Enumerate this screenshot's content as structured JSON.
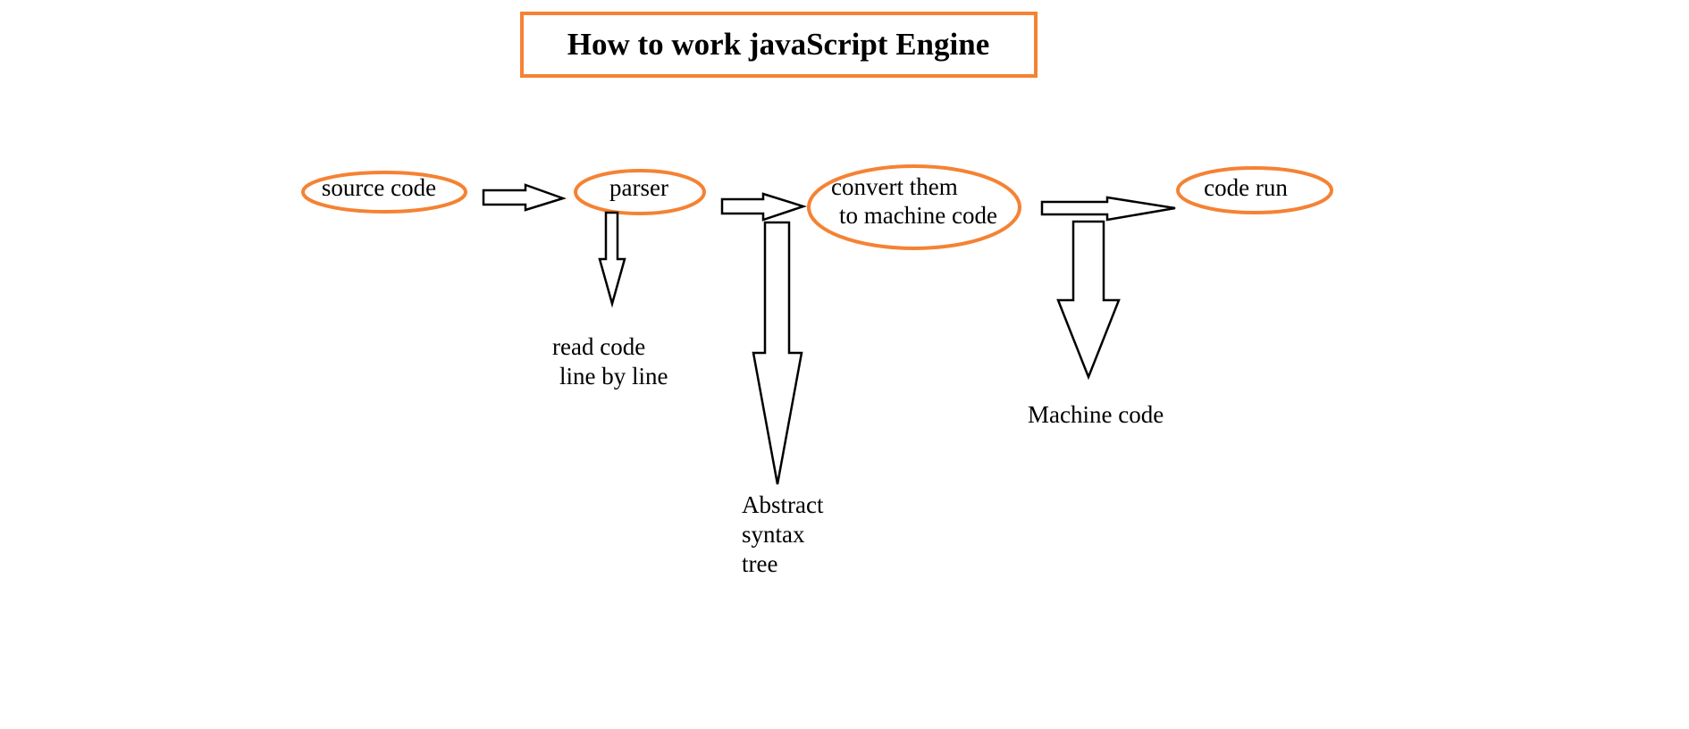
{
  "colors": {
    "accent": "#F58233",
    "stroke": "#000000",
    "background": "#FFFFFF"
  },
  "title": "How to work javaScript Engine",
  "nodes": {
    "source": "source code",
    "parser": "parser",
    "convert": {
      "line1": "convert them",
      "line2": "to machine code"
    },
    "run": "code run"
  },
  "notes": {
    "parser": {
      "line1": "read code",
      "line2": "line by line"
    },
    "ast": {
      "line1": "Abstract",
      "line2": "syntax",
      "line3": "tree"
    },
    "machine": "Machine code"
  }
}
